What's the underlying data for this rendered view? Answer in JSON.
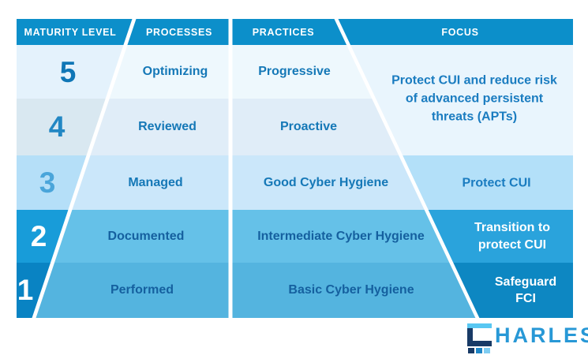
{
  "header": {
    "maturity": "MATURITY LEVEL",
    "processes": "PROCESSES",
    "practices": "PRACTICES",
    "focus": "FOCUS"
  },
  "levels": [
    {
      "num": "5",
      "process": "Optimizing",
      "practice": "Progressive"
    },
    {
      "num": "4",
      "process": "Reviewed",
      "practice": "Proactive"
    },
    {
      "num": "3",
      "process": "Managed",
      "practice": "Good Cyber Hygiene",
      "focus": "Protect CUI"
    },
    {
      "num": "2",
      "process": "Documented",
      "practice": "Intermediate Cyber Hygiene",
      "focus_lines": [
        "Transition to",
        "protect CUI"
      ]
    },
    {
      "num": "1",
      "process": "Performed",
      "practice": "Basic Cyber Hygiene",
      "focus_lines": [
        "Safeguard",
        "FCI"
      ]
    }
  ],
  "merged_focus": {
    "applies_to_levels": "5-4",
    "lines": [
      "Protect CUI and reduce risk",
      "of advanced persistent",
      "threats (APTs)"
    ]
  },
  "logo": {
    "text": "CHARLES",
    "letters_after_mark": "HARLES"
  },
  "colors": {
    "header_bg": "#0c8fca",
    "background": "#ffffff",
    "level_bg": {
      "n5": "#e4f2fc",
      "n4": "#d9e8f1",
      "n3": "#b5dff8",
      "n2": "#189cd9",
      "n1": "#0983c3",
      "mid5": "#eef8fd",
      "mid4": "#e0edf8",
      "mid3": "#cbe7fa",
      "mid2": "#65c1e8",
      "mid1": "#54b4df",
      "focus_merged": "#e9f5fd",
      "focus3": "#b3e0f9",
      "focus2": "#2aa3dc",
      "focus1": "#0d87c2"
    },
    "text": {
      "header": "#ffffff",
      "num5": "#0f76b6",
      "num4": "#2287c4",
      "num3": "#4aa5da",
      "num_white": "#ffffff",
      "label_light": "#1578b7",
      "label_dark": "#15609f",
      "focus_blue": "#1a7cc0",
      "focus_white": "#ffffff"
    },
    "logo": {
      "navy": "#183a66",
      "sky": "#58c7f2",
      "mid_blue": "#1f86c6",
      "light_blue": "#7fcdf2",
      "text_blue": "#2898d6"
    }
  }
}
